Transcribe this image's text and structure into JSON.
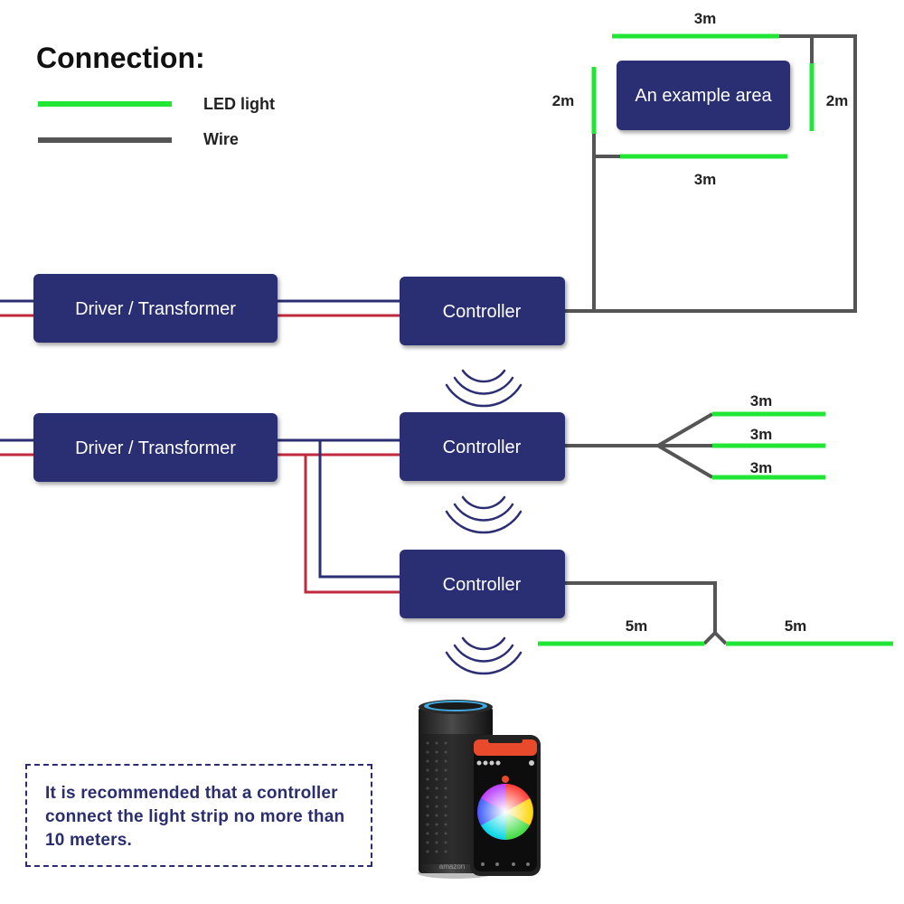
{
  "title": "Connection:",
  "legend": {
    "led": {
      "label": "LED light",
      "color": "#22e636"
    },
    "wire": {
      "label": "Wire",
      "color": "#555555"
    }
  },
  "colors": {
    "box_fill": "#2b2e72",
    "box_text": "#ffffff",
    "power_red": "#c02a3c",
    "power_navy": "#2b2e72",
    "led_green": "#22e636",
    "wire_gray": "#555555"
  },
  "boxes": {
    "driver_1": "Driver / Transformer",
    "driver_2": "Driver / Transformer",
    "controller_1": "Controller",
    "controller_2": "Controller",
    "controller_3": "Controller",
    "example_area": "An example area"
  },
  "lengths": {
    "area_top": "3m",
    "area_left": "2m",
    "area_right": "2m",
    "area_bottom": "3m",
    "branch_1": "3m",
    "branch_2": "3m",
    "branch_3": "3m",
    "split_left": "5m",
    "split_right": "5m"
  },
  "note": {
    "line1": "It is recommended that a controller",
    "line2": "connect the light strip no more than",
    "line3": "10 meters."
  },
  "devices": {
    "speaker_brand": "amazon",
    "icons": [
      "smart-speaker-icon",
      "smartphone-app-icon",
      "color-wheel-icon",
      "wireless-signal-icon"
    ]
  }
}
